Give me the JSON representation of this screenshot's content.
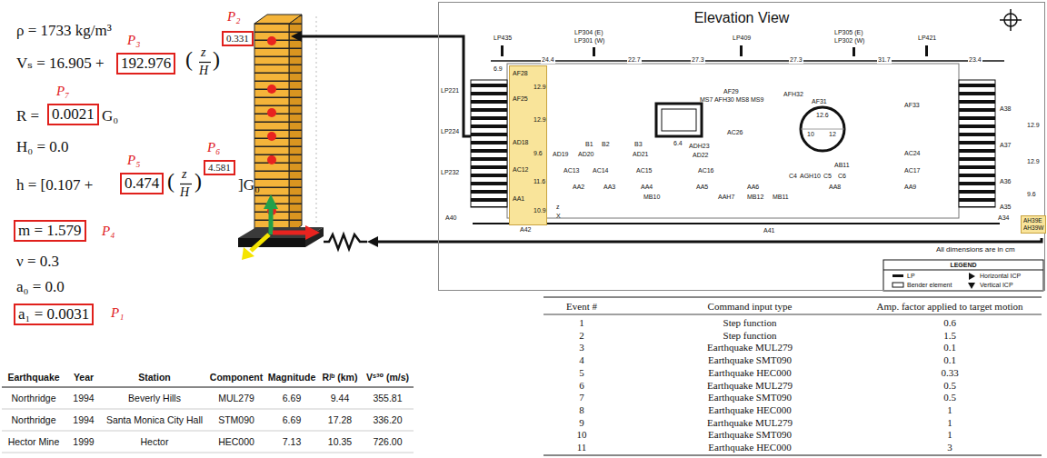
{
  "diagram": {
    "nodes": [
      {
        "text": [
          "0.331"
        ]
      },
      {
        "text": [
          "192.976"
        ]
      },
      {
        "text": [
          "0.0021"
        ]
      },
      {
        "text": [
          "0.474"
        ]
      },
      {
        "text": [
          "4.581"
        ]
      },
      {
        "text": [
          "m = 1.579"
        ]
      },
      {
        "text": [
          "a₁ = 0.0031"
        ]
      },
      {
        "text": [
          "Elevation View"
        ]
      },
      {
        "text": [
          "AF28",
          "AF25",
          "AD18",
          "AC12",
          "AA1"
        ],
        "in": 7
      },
      {
        "text": [
          "AH39E",
          "AH39W"
        ],
        "in": 7
      }
    ],
    "labels": [
      "ρ = 1733 kg/m³",
      "Vₛ = 16.905 +",
      "(",
      "z",
      "H",
      ")",
      "R =",
      "G₀",
      "H₀ = 0.0",
      "h = [0.107 +",
      "(",
      "z",
      "H",
      ")",
      "]G₀",
      "ν = 0.3",
      "a₀ = 0.0",
      "P₂",
      "P₃",
      "P₇",
      "P₅",
      "P₆",
      "P₄",
      "P₁",
      "LP435",
      "LP304 (E)",
      "LP301 (W)",
      "LP409",
      "LP305 (E)",
      "LP302 (W)",
      "LP421",
      "24.4",
      "22.7",
      "27.3",
      "27.3",
      "31.7",
      "23.4",
      "6.9",
      "LP221",
      "LP224",
      "LP232",
      "12.9",
      "12.9",
      "9.6",
      "11.6",
      "10.9",
      "z",
      "X",
      "A40",
      "A42",
      "AF29",
      "MS7 AFH30 MS8 MS9",
      "AFH32",
      "AF31",
      "AF33",
      "AC26",
      "AD19",
      "B1",
      "AD20",
      "B2",
      "B3",
      "AD21",
      "ADH23",
      "AD22",
      "AC24",
      "AC13",
      "AC14",
      "AC15",
      "AC16",
      "AC17",
      "C4",
      "AGH10",
      "C5",
      "C6",
      "AB11",
      "AA2",
      "AA3",
      "AA4",
      "AA5",
      "AA6",
      "AA8",
      "AA9",
      "MB10",
      "AAH7",
      "MB12",
      "MB11",
      "6.4",
      "12.6",
      "10",
      "12",
      "A38",
      "A37",
      "A36",
      "A35",
      "A34",
      "12.9",
      "12.9",
      "9.6",
      "A41",
      "LEGEND",
      "All dimensions are in cm",
      "Earthquake",
      "Year",
      "Station",
      "Component",
      "Magnitude",
      "Rʲᵇ (km)",
      "Vˢ³⁰ (m/s)",
      "Northridge",
      "1994",
      "Beverly Hills",
      "MUL279",
      "6.69",
      "9.44",
      "355.81",
      "Northridge",
      "1994",
      "Santa Monica City Hall",
      "STM090",
      "6.69",
      "17.28",
      "336.20",
      "Hector Mine",
      "1999",
      "Hector",
      "HEC000",
      "7.13",
      "10.35",
      "726.00",
      "Event #",
      "Command input type",
      "Amp. factor applied to target motion",
      "1",
      "Step function",
      "0.6",
      "2",
      "Step function",
      "1.5",
      "3",
      "Earthquake MUL279",
      "0.1",
      "4",
      "Earthquake SMT090",
      "0.1",
      "5",
      "Earthquake HEC000",
      "0.33",
      "6",
      "Earthquake MUL279",
      "0.5",
      "7",
      "Earthquake SMT090",
      "0.5",
      "8",
      "Earthquake HEC000",
      "1",
      "9",
      "Earthquake MUL279",
      "1",
      "10",
      "Earthquake SMT090",
      "1",
      "11",
      "Earthquake HEC000",
      "3"
    ],
    "legend": [
      {
        "text": "LP"
      },
      {
        "text": "Horizontal ICP"
      },
      {
        "text": "Bender element"
      },
      {
        "text": "Vertical ICP"
      }
    ]
  }
}
